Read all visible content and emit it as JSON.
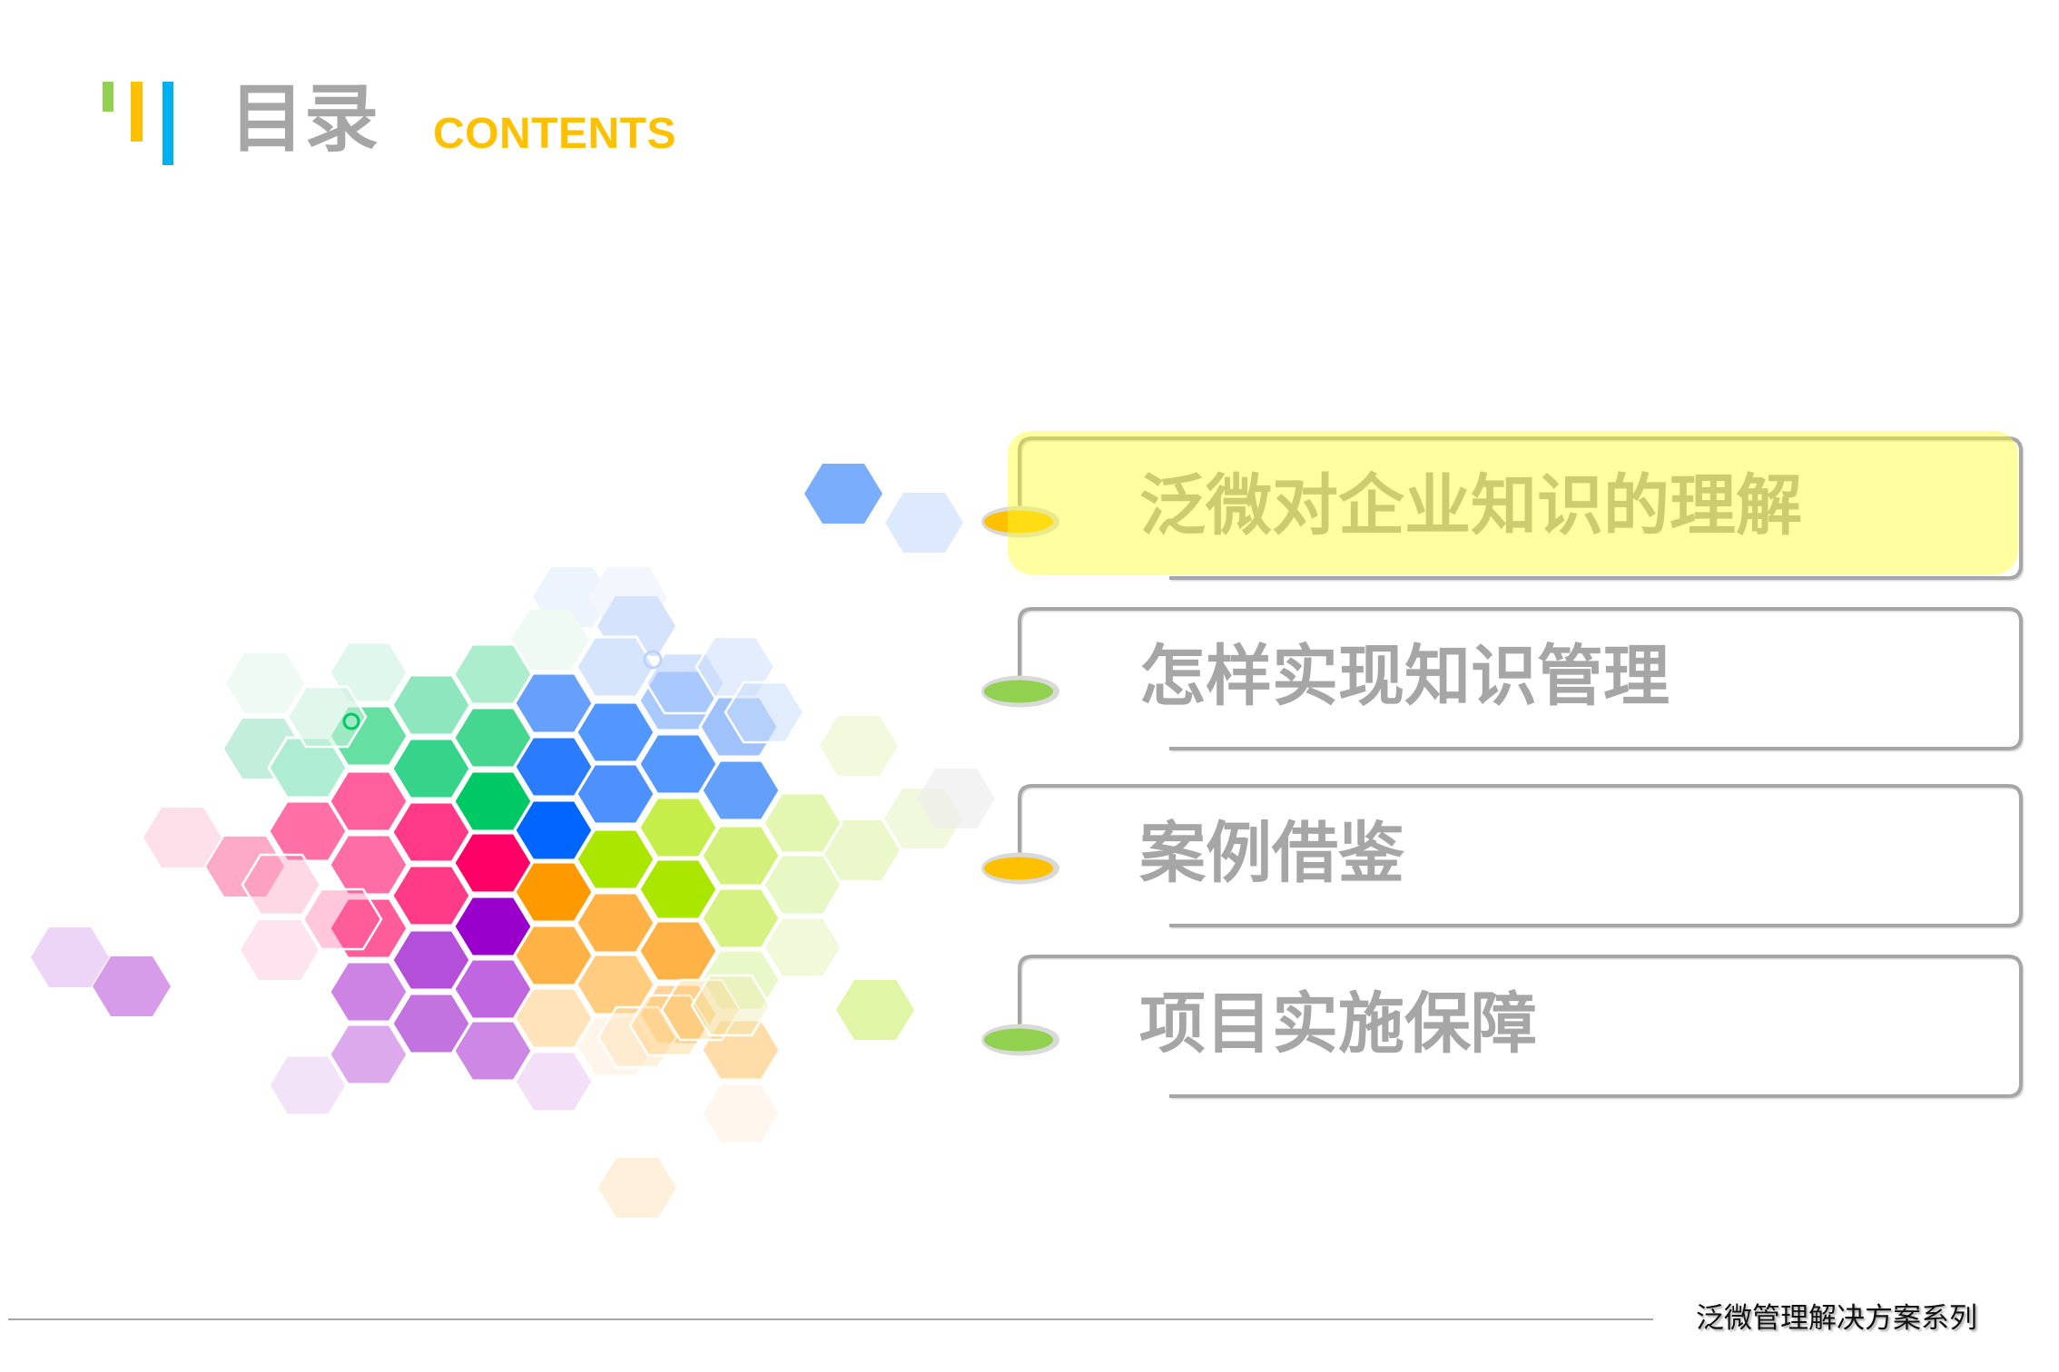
{
  "header": {
    "title_cn": "目录",
    "title_en": "CONTENTS",
    "accent_bars": [
      {
        "name": "green",
        "color": "#92d050"
      },
      {
        "name": "yellow",
        "color": "#ffc000"
      },
      {
        "name": "blue",
        "color": "#00b0f0"
      }
    ]
  },
  "toc": {
    "items": [
      {
        "label": "泛微对企业知识的理解",
        "bullet_color": "#ffc000",
        "highlighted": true
      },
      {
        "label": "怎样实现知识管理",
        "bullet_color": "#92d050",
        "highlighted": false
      },
      {
        "label": "案例借鉴",
        "bullet_color": "#ffc000",
        "highlighted": false
      },
      {
        "label": "项目实施保障",
        "bullet_color": "#92d050",
        "highlighted": false
      }
    ]
  },
  "footer": {
    "text": "泛微管理解决方案系列"
  },
  "colors": {
    "text_gray": "#a6a6a6",
    "frame_gray": "#a6a6a6",
    "bullet_ring": "#d9d9d9",
    "highlight_text": "#cccc6e",
    "highlight_frame": "#c8c870",
    "accent_yellow": "#ffc000",
    "accent_green": "#92d050",
    "accent_blue": "#00b0f0"
  },
  "decoration": {
    "hex_back": [
      [
        929,
        544,
        "#7aaefc",
        1
      ],
      [
        1018,
        576,
        "#dde9fc",
        1
      ],
      [
        946,
        822,
        "#f2f9dc",
        1
      ],
      [
        948,
        937,
        "#ebf8cc",
        1
      ],
      [
        1017,
        902,
        "#eef8d6",
        0.85
      ],
      [
        1053,
        880,
        "#eeeeee",
        0.7
      ],
      [
        964,
        1113,
        "#e0f5a6",
        1
      ],
      [
        702,
        1309,
        "#fff0dc",
        1
      ],
      [
        201,
        923,
        "#fde0ea",
        1
      ],
      [
        270,
        955,
        "#fcaac8",
        1
      ],
      [
        308,
        1047,
        "#fde4ee",
        1
      ],
      [
        77,
        1055,
        "#ecd5f6",
        1
      ],
      [
        145,
        1087,
        "#d69cea",
        1
      ],
      [
        292,
        753,
        "#f0faf5",
        1
      ],
      [
        290,
        825,
        "#c2eedb",
        1
      ],
      [
        630,
        658,
        "#eef4fd",
        1
      ],
      [
        692,
        658,
        "#f3f7fd",
        1
      ],
      [
        606,
        705,
        "#f0faf5",
        1
      ],
      [
        701,
        690,
        "#d5e4fc",
        1
      ]
    ],
    "hex_core": [
      [
        339,
        846,
        "#aeedd1"
      ],
      [
        339,
        916,
        "#ff70a6"
      ],
      [
        339,
        1196,
        "#f3e3f9"
      ],
      [
        406,
        741,
        "#e0f7ee"
      ],
      [
        406,
        811,
        "#66dfa3"
      ],
      [
        406,
        883,
        "#ff5f9d"
      ],
      [
        406,
        953,
        "#ff6da6"
      ],
      [
        406,
        1023,
        "#ff5c9a"
      ],
      [
        406,
        1093,
        "#cc83e4"
      ],
      [
        406,
        1162,
        "#dcaaec"
      ],
      [
        475,
        777,
        "#8ee6be"
      ],
      [
        475,
        847,
        "#36d48a"
      ],
      [
        475,
        917,
        "#ff3888"
      ],
      [
        475,
        987,
        "#ff3a87"
      ],
      [
        475,
        1058,
        "#b44fd9"
      ],
      [
        475,
        1128,
        "#c373e0"
      ],
      [
        543,
        743,
        "#abedcc"
      ],
      [
        543,
        813,
        "#45d68f"
      ],
      [
        543,
        883,
        "#00c864"
      ],
      [
        543,
        951,
        "#ff0066"
      ],
      [
        543,
        1021,
        "#9900cc"
      ],
      [
        543,
        1090,
        "#c066e0"
      ],
      [
        543,
        1158,
        "#cc88e4"
      ],
      [
        610,
        775,
        "#669ffc"
      ],
      [
        610,
        845,
        "#2b7bff"
      ],
      [
        610,
        915,
        "#0066ff"
      ],
      [
        610,
        983,
        "#ff9900"
      ],
      [
        610,
        1053,
        "#ffb347"
      ],
      [
        610,
        1122,
        "#ffe4bb"
      ],
      [
        610,
        1192,
        "#f3e0f8"
      ],
      [
        678,
        735,
        "#d6e4fc"
      ],
      [
        678,
        807,
        "#5296ff"
      ],
      [
        678,
        875,
        "#4d90ff"
      ],
      [
        678,
        947,
        "#aae600"
      ],
      [
        678,
        1017,
        "#ffb347"
      ],
      [
        678,
        1085,
        "#ffcc80"
      ],
      [
        678,
        1153,
        "#fff5ea"
      ],
      [
        747,
        772,
        "#aac9fd"
      ],
      [
        747,
        842,
        "#5599ff"
      ],
      [
        747,
        912,
        "#c5ee4a"
      ],
      [
        747,
        980,
        "#aae600"
      ],
      [
        747,
        1048,
        "#ffb347"
      ],
      [
        747,
        1118,
        "#ffd599"
      ],
      [
        814,
        801,
        "#9fc2fc"
      ],
      [
        816,
        871,
        "#62a0fc"
      ],
      [
        816,
        943,
        "#d2f07a"
      ],
      [
        816,
        1012,
        "#d6f283"
      ],
      [
        816,
        1080,
        "#e9f8c8"
      ],
      [
        816,
        1157,
        "#ffdca8"
      ],
      [
        816,
        1227,
        "#fff7ee"
      ],
      [
        884,
        907,
        "#e3f6b2"
      ],
      [
        884,
        975,
        "#e7f8c5"
      ],
      [
        884,
        1044,
        "#f1f9da"
      ]
    ],
    "hex_overlay": [
      [
        360,
        790,
        "#c8f0dc",
        0.55
      ],
      [
        755,
        753,
        "#a8c8ff",
        0.5
      ],
      [
        810,
        735,
        "#c8dcfc",
        0.5
      ],
      [
        842,
        785,
        "#c8dcfc",
        0.55
      ],
      [
        310,
        975,
        "#ff8fb8",
        0.35
      ],
      [
        377,
        1013,
        "#ff5c9a",
        0.35
      ],
      [
        702,
        1143,
        "#ffe0b0",
        0.45
      ],
      [
        737,
        1130,
        "#ffc870",
        0.35
      ],
      [
        772,
        1113,
        "#ffc870",
        0.35
      ],
      [
        805,
        1108,
        "#eee8b0",
        0.4
      ]
    ],
    "rings": [
      [
        387,
        795,
        8,
        "#00c864"
      ],
      [
        719,
        727,
        9,
        "#bcd4fb"
      ]
    ]
  }
}
